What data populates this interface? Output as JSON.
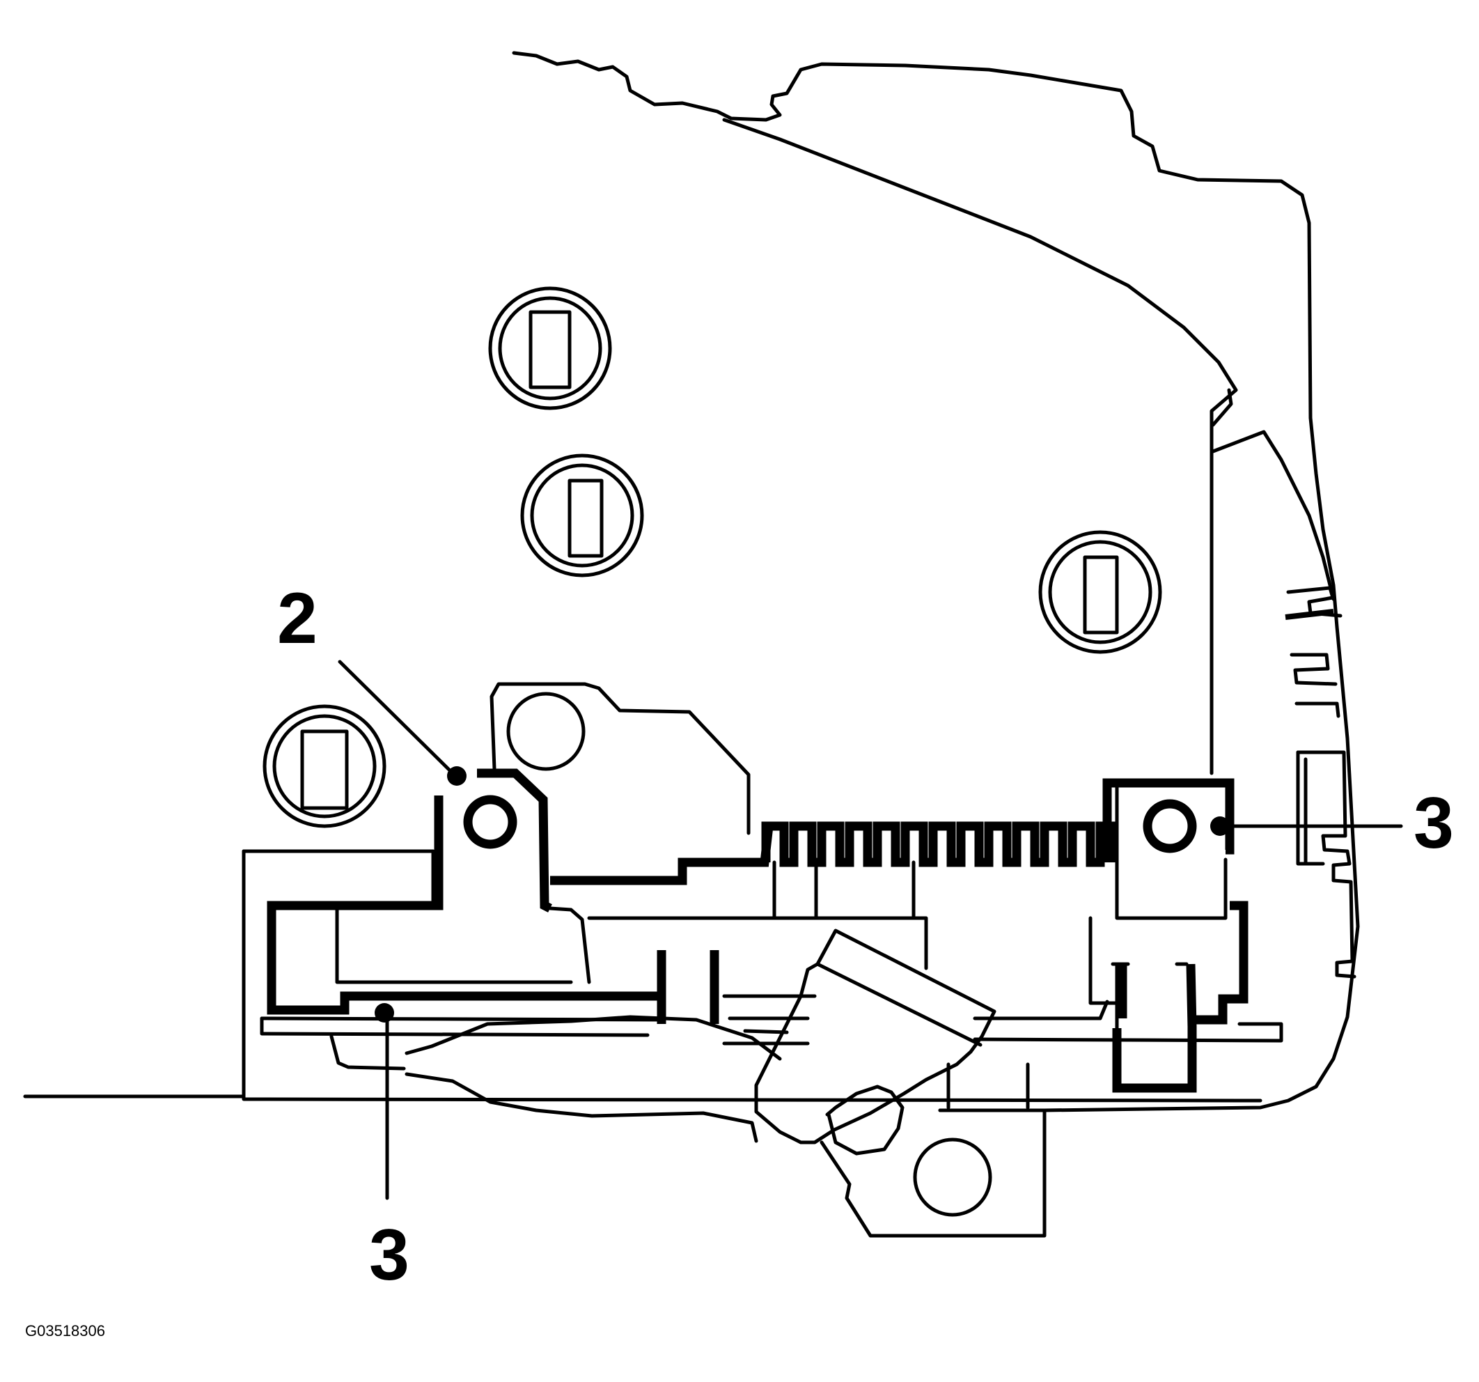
{
  "callouts": [
    {
      "id": "callout-2-left",
      "label": "2"
    },
    {
      "id": "callout-3-right",
      "label": "3"
    },
    {
      "id": "callout-3-bottom",
      "label": "3"
    }
  ],
  "figure_id": "G03518306"
}
